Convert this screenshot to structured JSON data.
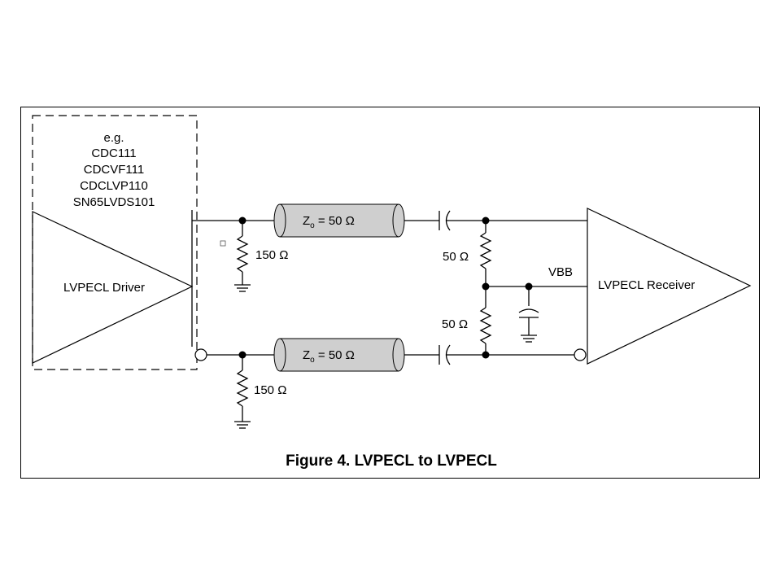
{
  "driver": {
    "examples": [
      "e.g.",
      "CDC111",
      "CDCVF111",
      "CDCLVP110",
      "SN65LVDS101"
    ],
    "label": "LVPECL Driver"
  },
  "receiver": {
    "label": "LVPECL  Receiver"
  },
  "lines": {
    "top": {
      "z_sym": "Z",
      "z_sub": "o",
      "z_val": " = 50 Ω"
    },
    "bottom": {
      "z_sym": "Z",
      "z_sub": "o",
      "z_val": " = 50 Ω"
    }
  },
  "resistors": {
    "pulldown_top": "150 Ω",
    "pulldown_bottom": "150 Ω",
    "term_top": "50 Ω",
    "term_bottom": "50 Ω"
  },
  "vbb_label": "VBB",
  "caption": "Figure 4. LVPECL to LVPECL"
}
